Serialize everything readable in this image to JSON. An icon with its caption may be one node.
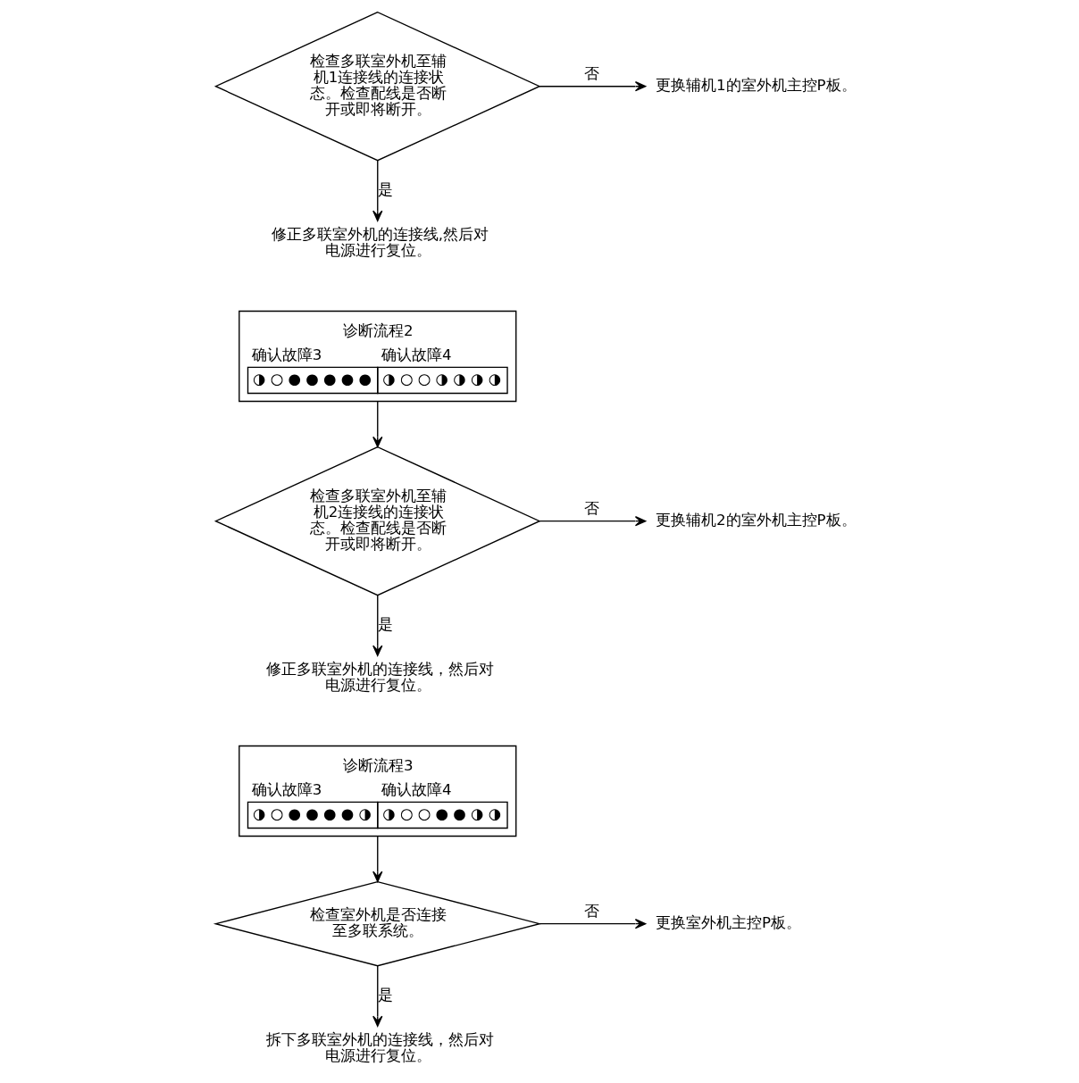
{
  "diagram": {
    "nodes": [
      {
        "text": [
          "检查多联室外机至辅机1连接线的连接状态。检查配线是否断开或即将断开。"
        ]
      },
      {
        "text": [
          "更换辅机1的室外机主控P板。"
        ]
      },
      {
        "text": [
          "修正多联室外机的连接线,然后对电源进行复位。"
        ]
      },
      {
        "text": [
          "诊断流程2",
          "确认故障3",
          "◑ ○ ● ● ● ● ●",
          "确认故障4",
          "◑ ○ ○ ◑ ◑ ◑ ◑"
        ]
      },
      {
        "text": [
          "检查多联室外机至辅机2连接线的连接状态。检查配线是否断开或即将断开。"
        ]
      },
      {
        "text": [
          "更换辅机2的室外机主控P板。"
        ]
      },
      {
        "text": [
          "修正多联室外机的连接线，然后对电源进行复位。"
        ]
      },
      {
        "text": [
          "诊断流程3",
          "确认故障3",
          "◑ ○ ● ● ● ● ◑",
          "确认故障4",
          "◑ ○ ○ ● ● ◑ ◑"
        ]
      },
      {
        "text": [
          "检查室外机是否连接至多联系统。"
        ]
      },
      {
        "text": [
          "更换室外机主控P板。"
        ]
      },
      {
        "text": [
          "拆下多联室外机的连接线，然后对电源进行复位。"
        ]
      }
    ],
    "edges": [
      {
        "from": 0,
        "to": 1,
        "arrow": "to",
        "label": "否"
      },
      {
        "from": 0,
        "to": 2,
        "arrow": "to",
        "label": "是"
      },
      {
        "from": 3,
        "to": 4,
        "arrow": "to"
      },
      {
        "from": 4,
        "to": 5,
        "arrow": "to",
        "label": "否"
      },
      {
        "from": 4,
        "to": 6,
        "arrow": "to",
        "label": "是"
      },
      {
        "from": 7,
        "to": 8,
        "arrow": "to"
      },
      {
        "from": 8,
        "to": 9,
        "arrow": "to",
        "label": "否"
      },
      {
        "from": 8,
        "to": 10,
        "arrow": "to",
        "label": "是"
      }
    ]
  }
}
